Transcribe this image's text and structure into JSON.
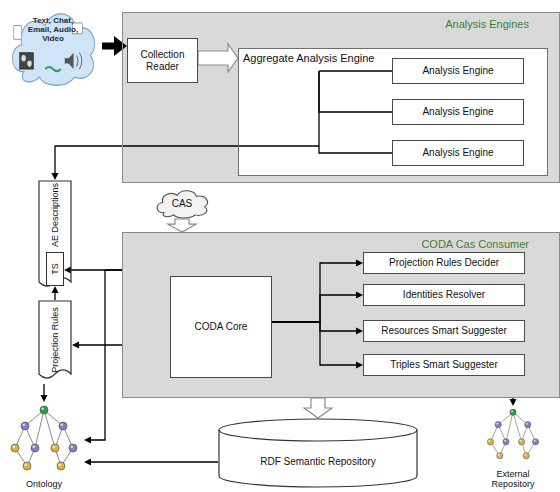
{
  "diagram": {
    "nodes": [
      {
        "text": [
          "Text, Chat, Email, Audio, Video"
        ]
      },
      {
        "text": [
          "Analysis Engines"
        ]
      },
      {
        "text": [
          "Collection Reader"
        ],
        "in": 1
      },
      {
        "text": [
          "Aggregate Analysis Engine"
        ],
        "in": 1
      },
      {
        "text": [
          "Analysis Engine"
        ],
        "in": 3
      },
      {
        "text": [
          "Analysis Engine"
        ],
        "in": 3
      },
      {
        "text": [
          "Analysis Engine"
        ],
        "in": 3
      },
      {
        "text": [
          "AE Descriptions"
        ]
      },
      {
        "text": [
          "TS"
        ],
        "in": 7
      },
      {
        "text": [
          "CAS"
        ]
      },
      {
        "text": [
          "CODA Cas Consumer"
        ]
      },
      {
        "text": [
          "CODA Core"
        ],
        "in": 10
      },
      {
        "text": [
          "Projection Rules Decider"
        ],
        "in": 10
      },
      {
        "text": [
          "Identities Resolver"
        ],
        "in": 10
      },
      {
        "text": [
          "Resources Smart Suggester"
        ],
        "in": 10
      },
      {
        "text": [
          "Triples Smart Suggester"
        ],
        "in": 10
      },
      {
        "text": [
          "Projection Rules"
        ]
      },
      {
        "text": [
          "Ontology"
        ]
      },
      {
        "text": [
          "RDF Semantic Repository"
        ]
      },
      {
        "text": [
          "External Repository"
        ]
      }
    ],
    "edges": [
      {
        "from": 0,
        "to": 2,
        "arrow": "to"
      },
      {
        "from": 2,
        "to": 3,
        "arrow": "to"
      },
      {
        "from": 3,
        "to": 4,
        "arrow": "none"
      },
      {
        "from": 3,
        "to": 5,
        "arrow": "none"
      },
      {
        "from": 3,
        "to": 6,
        "arrow": "none"
      },
      {
        "from": 3,
        "to": 7,
        "arrow": "to"
      },
      {
        "from": 9,
        "to": 10,
        "arrow": "to"
      },
      {
        "from": 11,
        "to": 12,
        "arrow": "to"
      },
      {
        "from": 11,
        "to": 13,
        "arrow": "to"
      },
      {
        "from": 11,
        "to": 14,
        "arrow": "to"
      },
      {
        "from": 11,
        "to": 15,
        "arrow": "to"
      },
      {
        "from": 10,
        "to": 8,
        "arrow": "to"
      },
      {
        "from": 10,
        "to": 16,
        "arrow": "to"
      },
      {
        "from": 16,
        "to": 8,
        "arrow": "to"
      },
      {
        "from": 16,
        "to": 17,
        "arrow": "to"
      },
      {
        "from": 10,
        "to": 17,
        "arrow": "to"
      },
      {
        "from": 10,
        "to": 18,
        "arrow": "to"
      },
      {
        "from": 18,
        "to": 17,
        "arrow": "to"
      },
      {
        "from": 10,
        "to": 19,
        "arrow": "to"
      }
    ]
  }
}
